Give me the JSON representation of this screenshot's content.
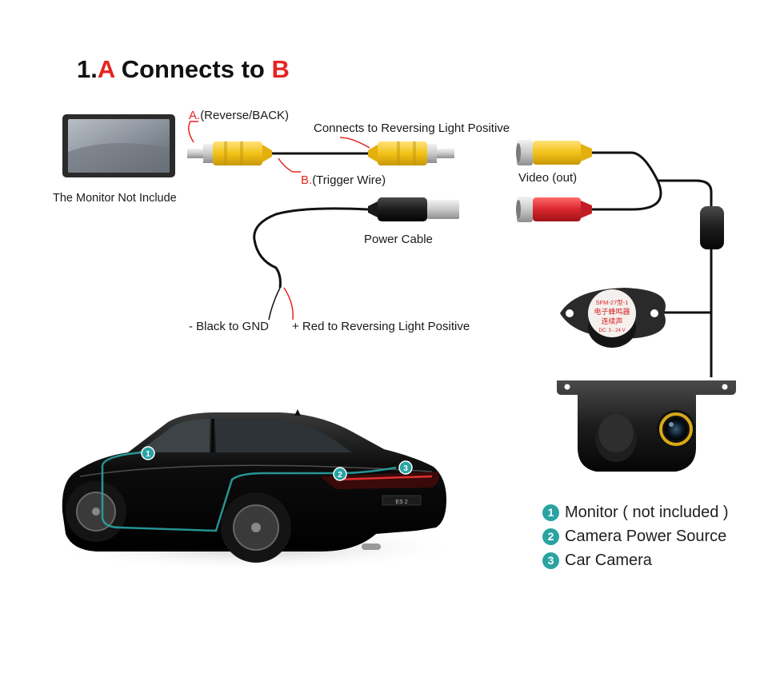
{
  "title": {
    "prefix": "1.",
    "a": "A",
    "middle": " Connects to ",
    "b": "B"
  },
  "labels": {
    "monitor": "The Monitor Not Include",
    "reverse_prefix": "A.",
    "reverse_text": "(Reverse/BACK)",
    "trigger_prefix": "B.",
    "trigger_text": "(Trigger Wire)",
    "connects_light": "Connects to Reversing Light Positive",
    "video_out": "Video (out)",
    "power_cable": "Power Cable",
    "black_gnd": "- Black to GND",
    "red_light": "+ Red to Reversing Light Positive",
    "buzzer_line1": "SFM-27型-1",
    "buzzer_line2": "电子蜂鸣器",
    "buzzer_line3": "连续声",
    "buzzer_line4": "DC: 3 - 24 V",
    "car_plate": "ES 2"
  },
  "markers": [
    "1",
    "2",
    "3"
  ],
  "legend": [
    {
      "num": "1",
      "text": "Monitor ( not included )"
    },
    {
      "num": "2",
      "text": "Camera Power Source"
    },
    {
      "num": "3",
      "text": "Car Camera"
    }
  ],
  "colors": {
    "accent_red": "#e52420",
    "teal": "#2aa3a3",
    "rca_yellow": "#f2c318",
    "rca_red": "#d9272e"
  }
}
